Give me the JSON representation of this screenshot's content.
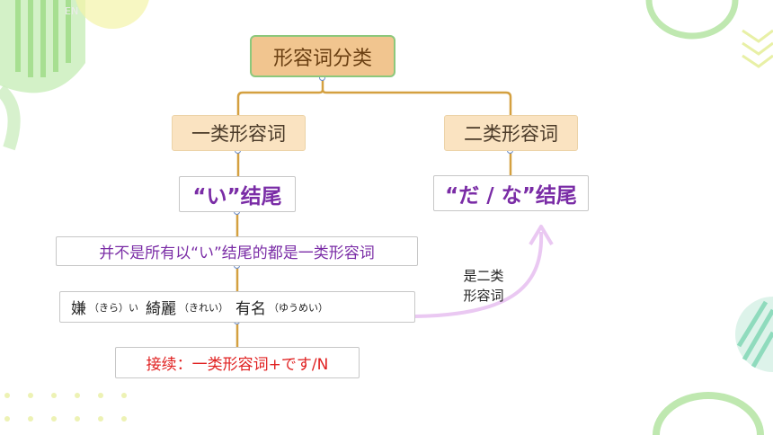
{
  "mindmap": {
    "root": "形容词分类",
    "branches": [
      {
        "label": "一类形容词",
        "ending": "“い”结尾",
        "note": "并不是所有以“い”结尾的都是一类形容词",
        "examples": [
          {
            "word": "嫌",
            "reading": "（きら）い"
          },
          {
            "word": "綺麗",
            "reading": "（きれい）"
          },
          {
            "word": "有名",
            "reading": "（ゆうめい）"
          }
        ],
        "connection": "接续：一类形容词+です/N"
      },
      {
        "label": "二类形容词",
        "ending": "“だ / な”结尾"
      }
    ],
    "arrow_label_line1": "是二类",
    "arrow_label_line2": "形容词"
  },
  "watermark": "EN",
  "colors": {
    "connector": "#d4a040",
    "root_fill": "#f1c58f",
    "root_border": "#8cc87c",
    "category_fill": "#fae3c1",
    "ending_text": "#7a2ca6",
    "connection_text": "#e02020",
    "arrow": "#eac8f2",
    "deco_green": "#b9e6a6",
    "deco_teal": "#9be2c8"
  }
}
